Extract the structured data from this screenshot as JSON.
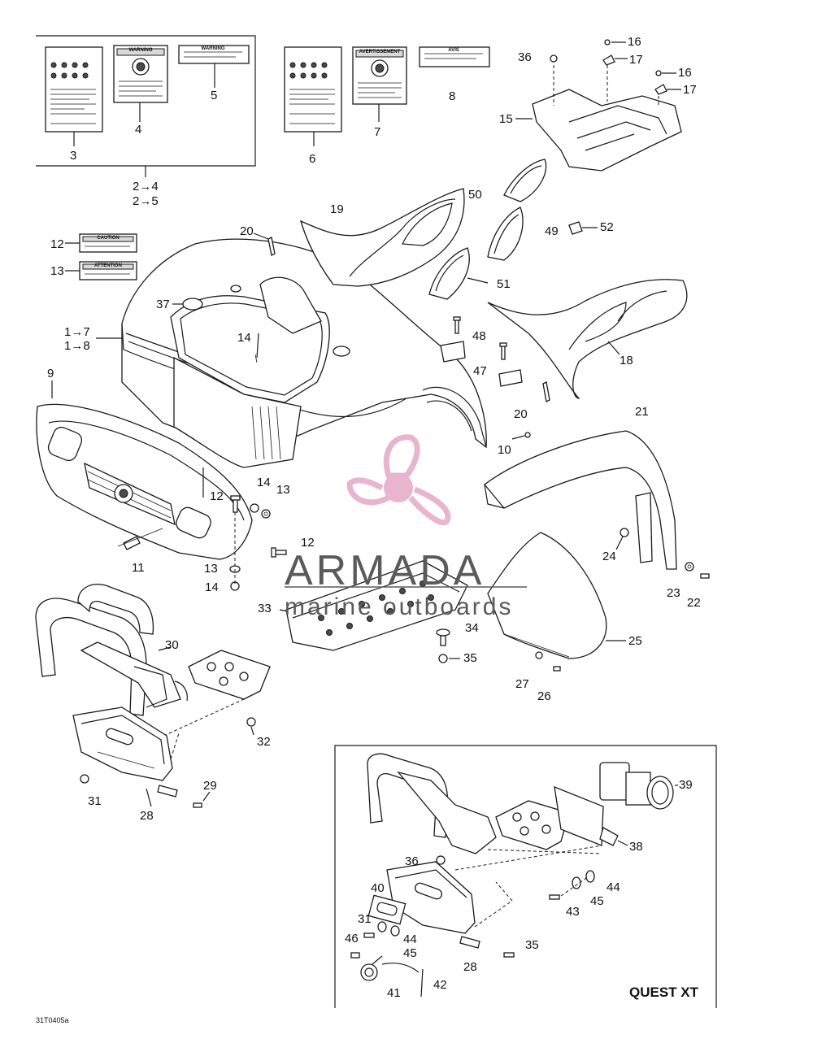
{
  "diagram": {
    "reference_code": "31T0405a",
    "inset_title": "QUEST XT",
    "colors": {
      "line": "#1a1a1a",
      "watermark_pink": "#e6a8c6",
      "watermark_text": "#5a5a5a"
    }
  },
  "watermark": {
    "brand": "ARMADA",
    "tagline": "marine outboards",
    "icon": "propeller-logo-icon"
  },
  "decal_captions": {
    "warning": "WARNING",
    "caution": "CAUTION",
    "attention": "ATTENTION",
    "avertissement": "AVERTISSEMENT",
    "avis": "AVIS"
  },
  "callouts": {
    "c3": "3",
    "c4": "4",
    "c5": "5",
    "c6": "6",
    "c7": "7",
    "c8": "8",
    "c2to4": "2→4",
    "c2to5": "2→5",
    "c12_decal": "12",
    "c13_decal": "13",
    "c1to7": "1→7",
    "c1to8": "1→8",
    "c9": "9",
    "c10": "10",
    "c11": "11",
    "c12a": "12",
    "c12b": "12",
    "c13a": "13",
    "c13b": "13",
    "c14a": "14",
    "c14b": "14",
    "c14c": "14",
    "c15": "15",
    "c16a": "16",
    "c16b": "16",
    "c17a": "17",
    "c17b": "17",
    "c18": "18",
    "c19": "19",
    "c20a": "20",
    "c20b": "20",
    "c21": "21",
    "c22": "22",
    "c23": "23",
    "c24": "24",
    "c25": "25",
    "c26": "26",
    "c27": "27",
    "c28a": "28",
    "c28b": "28",
    "c29": "29",
    "c30": "30",
    "c31a": "31",
    "c31b": "31",
    "c32": "32",
    "c33": "33",
    "c34": "34",
    "c35a": "35",
    "c35b": "35",
    "c36a": "36",
    "c36b": "36",
    "c37": "37",
    "c38": "38",
    "c39": "39",
    "c40": "40",
    "c41": "41",
    "c42": "42",
    "c43": "43",
    "c44a": "44",
    "c44b": "44",
    "c45a": "45",
    "c45b": "45",
    "c46": "46",
    "c47": "47",
    "c48": "48",
    "c49": "49",
    "c50": "50",
    "c51": "51",
    "c52": "52"
  }
}
